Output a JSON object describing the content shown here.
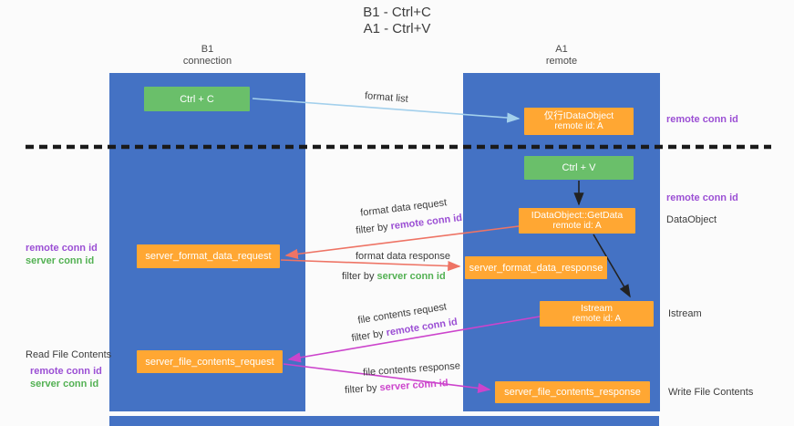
{
  "title": {
    "line1": "B1 - Ctrl+C",
    "line2": "A1 - Ctrl+V"
  },
  "columns": {
    "left": {
      "name": "B1",
      "subtitle": "connection"
    },
    "right": {
      "name": "A1",
      "subtitle": "remote"
    }
  },
  "boxes": {
    "ctrl_c": {
      "label": "Ctrl + C"
    },
    "ctrl_v": {
      "label": "Ctrl + V"
    },
    "idataobject": {
      "line1": "仅行IDataObject",
      "line2": "remote id: A"
    },
    "getdata": {
      "line1": "IDataObject::GetData",
      "line2": "remote id: A"
    },
    "istream": {
      "line1": "Istream",
      "line2": "remote id: A"
    },
    "format_request": {
      "label": "server_format_data_request"
    },
    "format_response": {
      "label": "server_format_data_response"
    },
    "file_request": {
      "label": "server_file_contents_request"
    },
    "file_response": {
      "label": "server_file_contents_response"
    }
  },
  "side_labels": {
    "remote_conn_id": "remote conn id",
    "server_conn_id": "server conn id",
    "dataobject": "DataObject",
    "istream": "Istream",
    "read_file": "Read File Contents",
    "write_file": "Write File Contents"
  },
  "arrow_labels": {
    "format_list": "format list",
    "format_data_request": "format data request",
    "format_data_response": "format data response",
    "file_contents_request": "file contents request",
    "file_contents_response": "file contents response",
    "filter_by": "filter by ",
    "remote_conn_id": "remote conn id",
    "server_conn_id": "server conn id"
  },
  "colors": {
    "column_blue": "#4472C4",
    "box_green": "#6ABF6A",
    "box_orange": "#FFA733",
    "arrow_blue": "#A3D0EC",
    "arrow_red": "#EE7465",
    "arrow_magenta": "#CC44CC",
    "arrow_black": "#222222",
    "dashed_line": "#1A1A1A",
    "text_purple": "#9B4FD4",
    "text_green": "#53B153",
    "text_magenta": "#CC44CC"
  }
}
